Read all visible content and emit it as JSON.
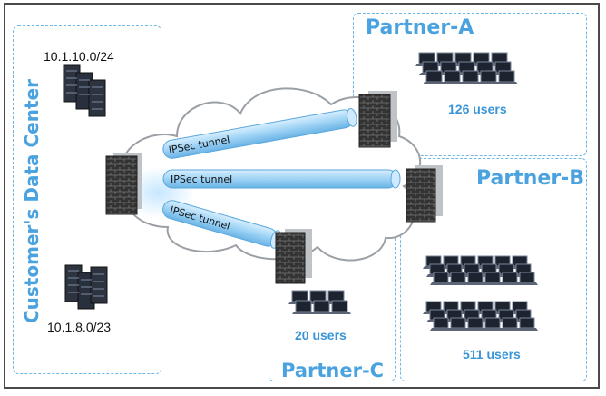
{
  "datacenter": {
    "title": "Customer's Data Center",
    "subnet_top": "10.1.10.0/24",
    "subnet_bottom": "10.1.8.0/23"
  },
  "partner_a": {
    "title": "Partner-A",
    "users": "126 users"
  },
  "partner_b": {
    "title": "Partner-B",
    "users": "511 users"
  },
  "partner_c": {
    "title": "Partner-C",
    "users": "20 users"
  },
  "tunnels": [
    {
      "label": "IPSec tunnel"
    },
    {
      "label": "IPSec tunnel"
    },
    {
      "label": "IPSec tunnel"
    }
  ],
  "colors": {
    "accent": "#4aa3df",
    "zone_border": "#6fb7e6",
    "tunnel": "#9fd3f5"
  },
  "icons": [
    "server-rack-icon",
    "firewall-icon",
    "laptop-group-icon",
    "cloud-icon"
  ]
}
